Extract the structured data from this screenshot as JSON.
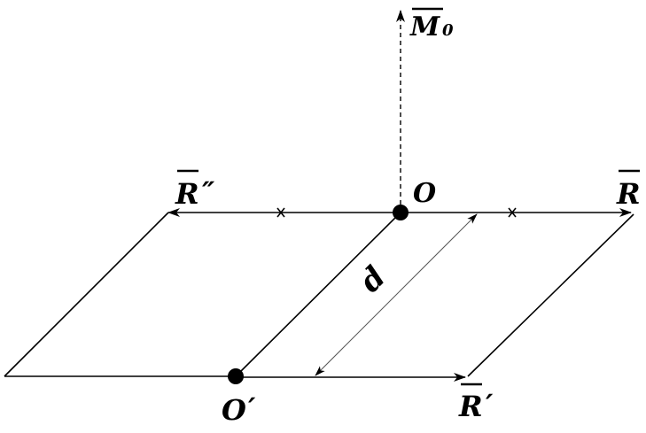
{
  "labels": {
    "m0_letter": "M",
    "m0_sub": "0",
    "o": "O",
    "r": "R",
    "r_dprime_letter": "R",
    "r_dprime_mark": "″",
    "o_prime_letter": "O",
    "o_prime_mark": "′",
    "r_prime_letter": "R",
    "r_prime_mark": "′",
    "d": "d"
  },
  "colors": {
    "ink": "#000000",
    "dim_line": "#555555"
  }
}
